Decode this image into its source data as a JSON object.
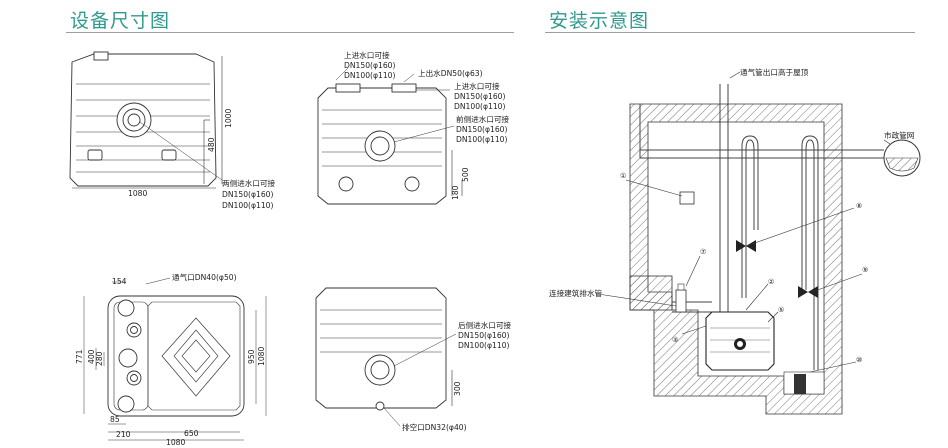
{
  "sections": {
    "dimensions_title": "设备尺寸图",
    "install_title": "安装示意图"
  },
  "front_view": {
    "dim_width": "1080",
    "dim_height": "1000",
    "dim_inlet": "480",
    "side_inlet": [
      "两侧进水口可接",
      "DN150(φ160)",
      "DN100(φ110)"
    ]
  },
  "side_view": {
    "top_inlet": [
      "上进水口可接",
      "DN150(φ160)",
      "DN100(φ110)"
    ],
    "top_outlet": "上出水DN50(φ63)",
    "top_inlet_right": [
      "上进水口可接",
      "DN150(φ160)",
      "DN100(φ110)"
    ],
    "front_inlet": [
      "前侧进水口可接",
      "DN150(φ160)",
      "DN100(φ110)"
    ],
    "dim_500": "500",
    "dim_180": "180"
  },
  "top_view": {
    "vent": "通气口DN40(φ50)",
    "dims": {
      "d154": "154",
      "d771": "771",
      "d400": "400",
      "d280": "280",
      "d950": "950",
      "d1080_v": "1080",
      "d85": "85",
      "d210": "210",
      "d650": "650",
      "d1080_h": "1080"
    }
  },
  "rear_view": {
    "rear_inlet": [
      "后侧进水口可接",
      "DN150(φ160)",
      "DN100(φ110)"
    ],
    "dim_300": "300",
    "drain": "排空口DN32(φ40)"
  },
  "install": {
    "vent_note": "通气管出口高于屋顶",
    "municipal": "市政管网",
    "building_drain": "连接建筑排水管",
    "markers": [
      "①",
      "②",
      "③",
      "⑤",
      "⑦",
      "⑧",
      "⑨",
      "⑩"
    ]
  }
}
